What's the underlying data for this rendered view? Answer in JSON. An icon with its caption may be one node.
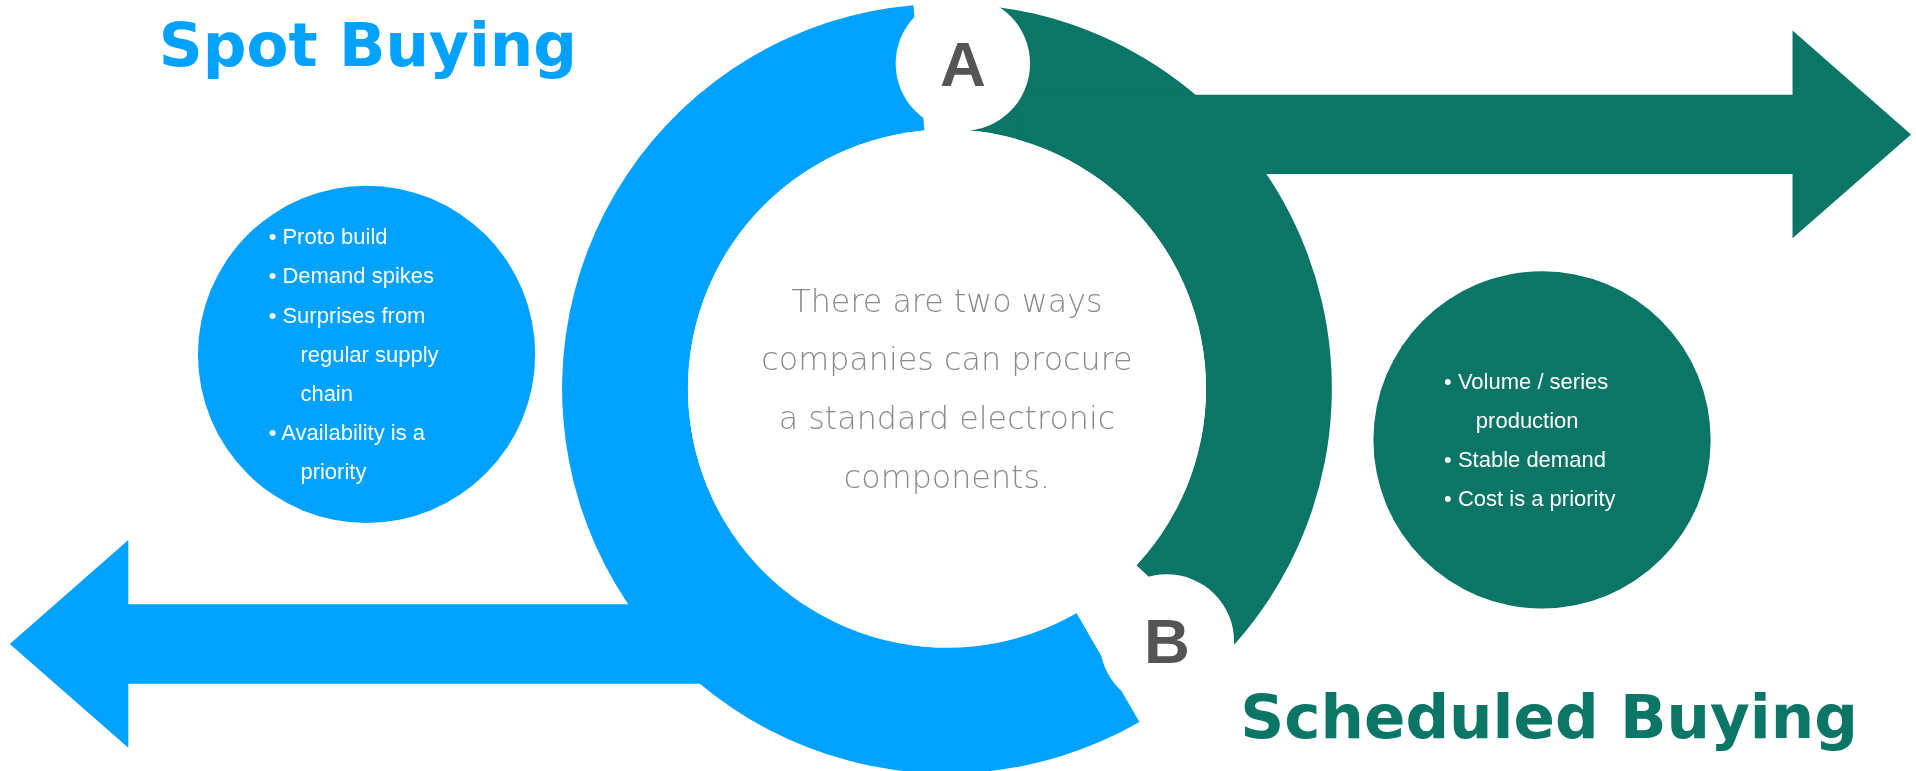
{
  "diagram": {
    "nodes": [
      {
        "text": [
          "• Proto build",
          "• Demand spikes",
          "• Surprises from regular supply chain",
          "• Availability is a priority"
        ]
      },
      {
        "text": [
          "There are two ways companies can procure a standard electronic components."
        ]
      },
      {
        "text": [
          "A"
        ]
      },
      {
        "text": [
          "B"
        ]
      },
      {
        "text": [
          "• Volume / series production",
          "• Stable demand",
          "• Cost is a priority"
        ]
      }
    ],
    "labels": [
      "Spot Buying",
      "Scheduled Buying"
    ]
  }
}
